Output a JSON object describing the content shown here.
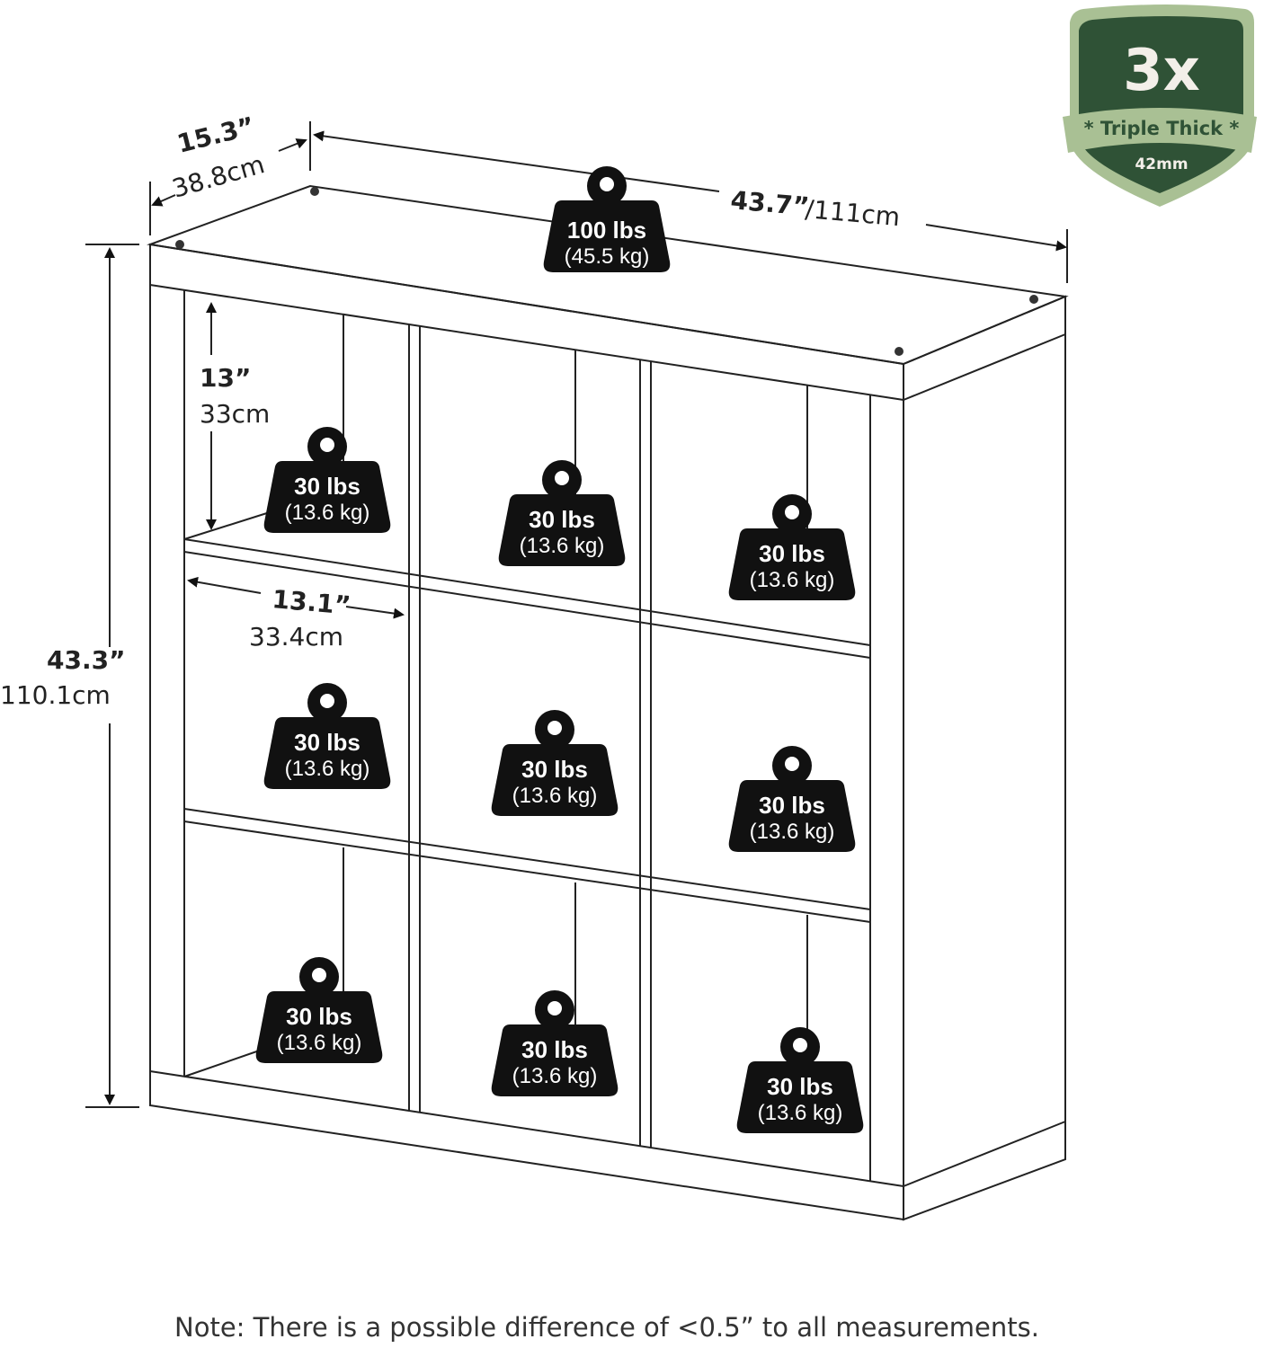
{
  "dimensions": {
    "depth_in": "15.3”",
    "depth_cm": "38.8cm",
    "width_in": "43.7”",
    "width_cm": "/111cm",
    "height_in": "43.3”",
    "height_cm": "110.1cm",
    "cube_height_in": "13”",
    "cube_height_cm": "33cm",
    "cube_width_in": "13.1”",
    "cube_width_cm": "33.4cm"
  },
  "top_weight": {
    "lbs": "100 lbs",
    "kg": "(45.5 kg)"
  },
  "cube_weights": [
    {
      "lbs": "30 lbs",
      "kg": "(13.6 kg)"
    },
    {
      "lbs": "30 lbs",
      "kg": "(13.6 kg)"
    },
    {
      "lbs": "30 lbs",
      "kg": "(13.6 kg)"
    },
    {
      "lbs": "30 lbs",
      "kg": "(13.6 kg)"
    },
    {
      "lbs": "30 lbs",
      "kg": "(13.6 kg)"
    },
    {
      "lbs": "30 lbs",
      "kg": "(13.6 kg)"
    },
    {
      "lbs": "30 lbs",
      "kg": "(13.6 kg)"
    },
    {
      "lbs": "30 lbs",
      "kg": "(13.6 kg)"
    },
    {
      "lbs": "30 lbs",
      "kg": "(13.6 kg)"
    }
  ],
  "badge": {
    "big": "3x",
    "ribbon": "* Triple Thick *",
    "sub": "42mm",
    "colors": {
      "dark": "#2f5236",
      "light": "#a9c094",
      "text": "#f3efe9"
    }
  },
  "note": "Note: There is a possible difference of <0.5” to all measurements."
}
